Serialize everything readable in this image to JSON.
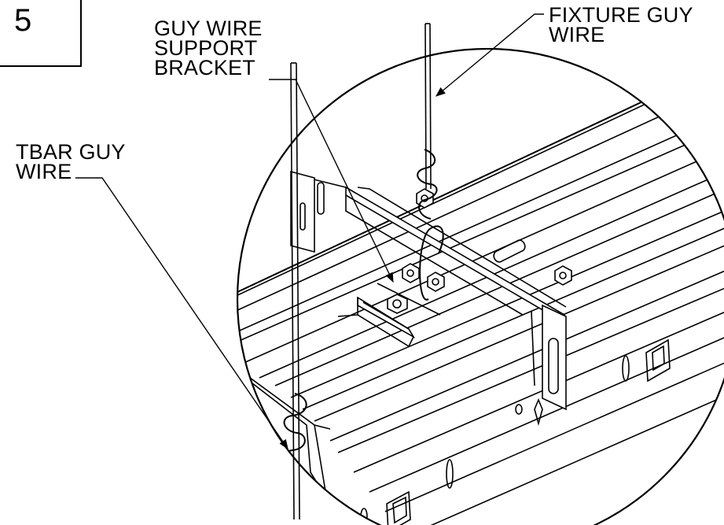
{
  "step": {
    "number": "5"
  },
  "labels": {
    "guy_wire_support_bracket": [
      "GUY WIRE",
      "SUPPORT",
      "BRACKET"
    ],
    "fixture_guy_wire": [
      "FIXTURE GUY",
      "WIRE"
    ],
    "tbar_guy_wire": [
      "TBAR GUY",
      "WIRE"
    ]
  }
}
